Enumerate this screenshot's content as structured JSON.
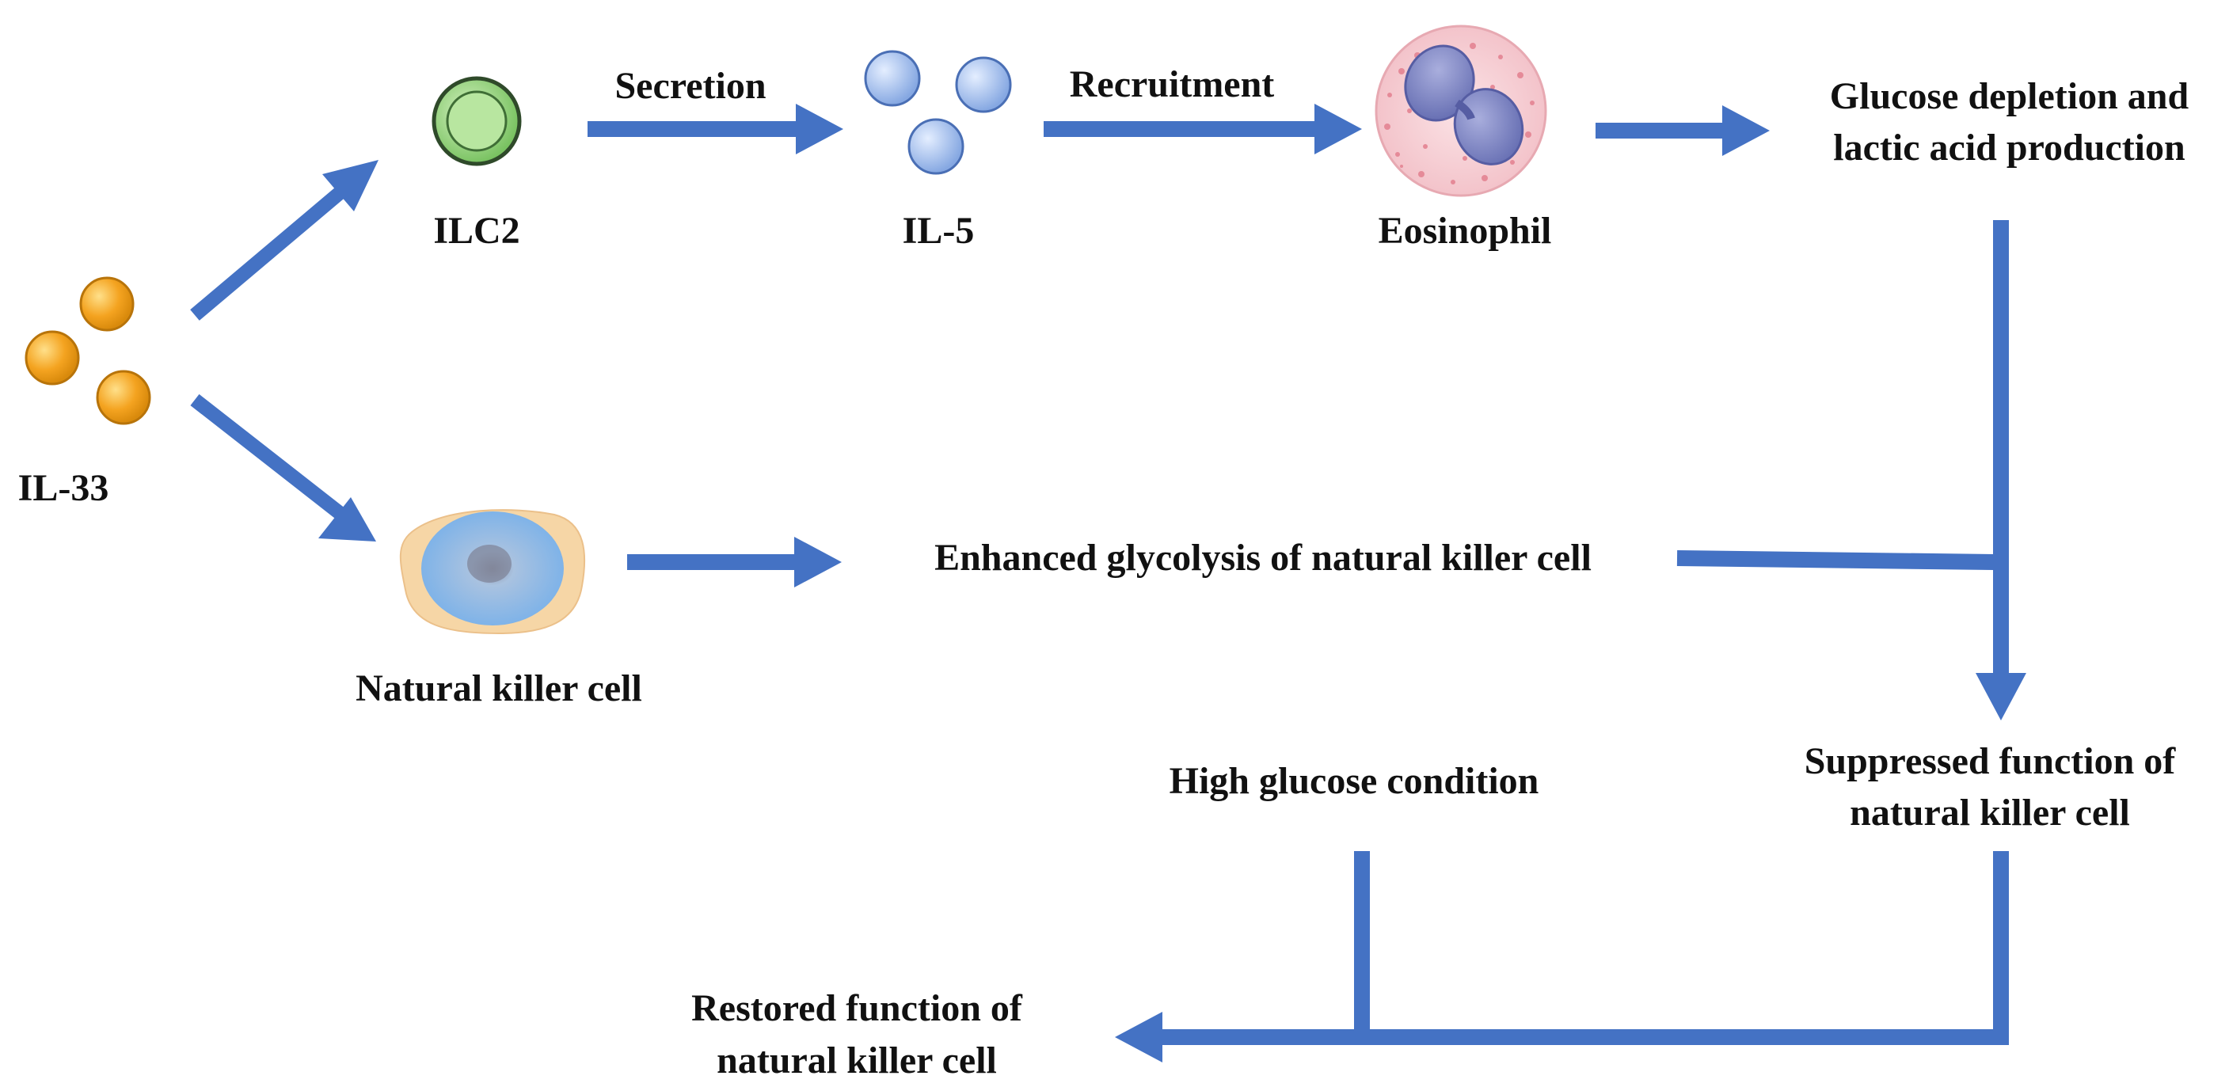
{
  "colors": {
    "arrow": "#4472C4",
    "il33_fill": "#F4A320",
    "il5_fill": "#9DB8E8",
    "ilc2_fill": "#8FD07A",
    "nk_outer": "#F5D9A8",
    "nk_inner": "#8FB9E6",
    "eos_fill": "#F7D4D8",
    "eos_nucleus": "#7F86C2"
  },
  "labels": {
    "il33": "IL-33",
    "ilc2": "ILC2",
    "il5": "IL-5",
    "eosinophil": "Eosinophil",
    "secretion": "Secretion",
    "recruitment": "Recruitment",
    "glucose_line1": "Glucose depletion and",
    "glucose_line2": "lactic acid production",
    "nk_cell": "Natural killer cell",
    "glycolysis": "Enhanced glycolysis of natural killer cell",
    "suppressed_line1": "Suppressed function of",
    "suppressed_line2": "natural killer cell",
    "high_glucose": "High glucose condition",
    "restored_line1": "Restored function of",
    "restored_line2": "natural killer cell"
  }
}
